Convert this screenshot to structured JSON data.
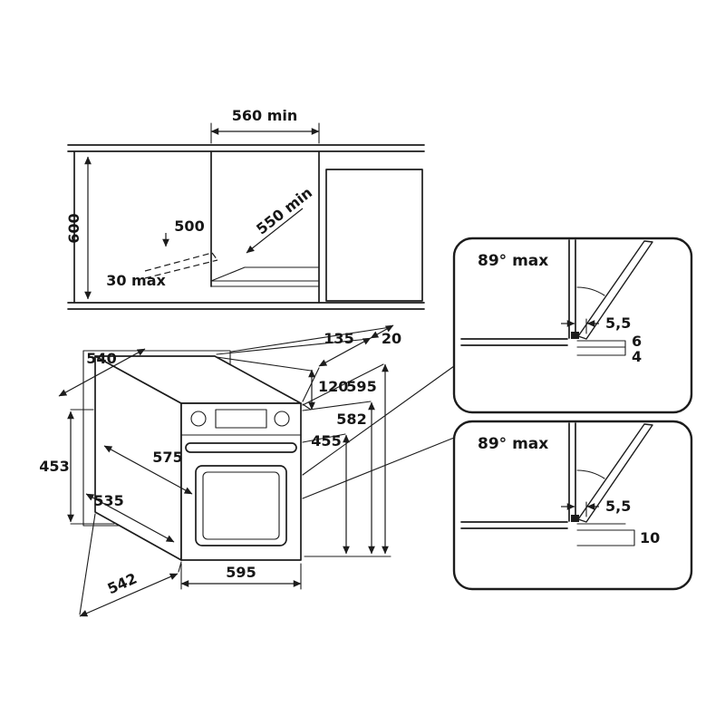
{
  "figure": {
    "cabinet_section": {
      "width_min": "560 min",
      "height": "600",
      "depth_upper": "500",
      "depth_min": "550 min",
      "protrusion_max": "30 max"
    },
    "oven_view": {
      "dim_540": "540",
      "dim_135": "135",
      "dim_20": "20",
      "dim_120": "120",
      "height_595": "595",
      "dim_582": "582",
      "dim_455": "455",
      "dim_575": "575",
      "dim_453": "453",
      "dim_535": "535",
      "width_595": "595",
      "dim_542": "542"
    },
    "hinge_detail_top": {
      "angle_max": "89° max",
      "gap_side": "5,5",
      "gap_a": "6",
      "gap_b": "4"
    },
    "hinge_detail_bottom": {
      "angle_max": "89° max",
      "gap_side": "5,5",
      "gap_a": "10"
    }
  }
}
